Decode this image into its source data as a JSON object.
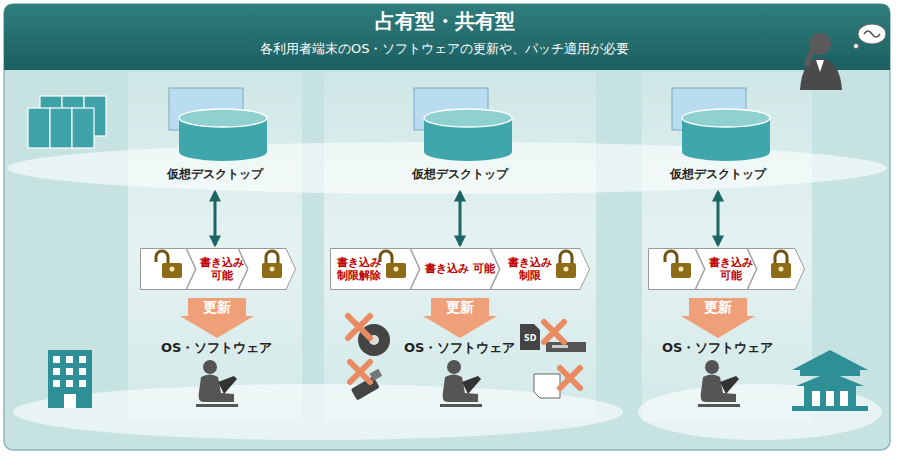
{
  "diagram": {
    "title": "占有型・共有型",
    "nodes": [
      {
        "text": [
          "仮想デスクトップ"
        ]
      },
      {
        "text": [
          "書き込み 可能"
        ]
      },
      {
        "text": [
          "更新"
        ]
      },
      {
        "text": [
          "仮想デスクトップ"
        ]
      },
      {
        "text": [
          "書き込み 制限解除"
        ]
      },
      {
        "text": [
          "書き込み 可能"
        ]
      },
      {
        "text": [
          "書き込み 制限"
        ]
      },
      {
        "text": [
          "更新"
        ]
      },
      {
        "text": [
          "仮想デスクトップ"
        ]
      },
      {
        "text": [
          "書き込み 可能"
        ]
      },
      {
        "text": [
          "更新"
        ]
      }
    ],
    "edges": [
      {
        "from": 0,
        "to": 1,
        "arrow": "both"
      },
      {
        "from": 3,
        "to": 5,
        "arrow": "both"
      },
      {
        "from": 8,
        "to": 9,
        "arrow": "both"
      }
    ],
    "labels": [
      "各利用者端末のOS・ソフトウェアの更新や、パッチ適用が必要",
      "OS・ソフトウェア",
      "OS・ソフトウェア",
      "OS・ソフトウェア",
      "SD"
    ]
  }
}
